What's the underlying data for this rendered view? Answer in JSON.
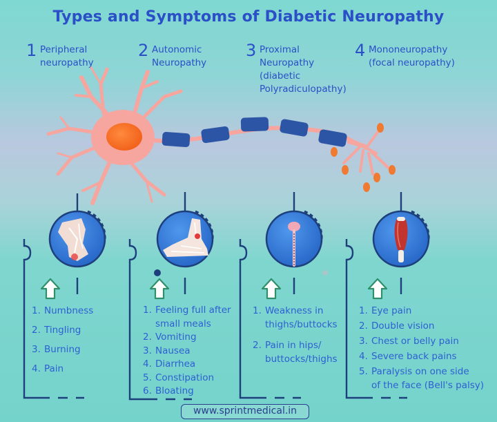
{
  "title": "Types and Symptoms of Diabetic Neuropathy",
  "types": [
    {
      "number": "1",
      "name": "Peripheral\nneuropathy"
    },
    {
      "number": "2",
      "name": "Autonomic\nNeuropathy"
    },
    {
      "number": "3",
      "name": "Proximal\nNeuropathy\n(diabetic\nPolyradiculopathy)"
    },
    {
      "number": "4",
      "name": "Mononeuropathy\n(focal neuropathy)"
    }
  ],
  "symptoms": [
    {
      "items": [
        {
          "n": "1.",
          "text": "Numbness"
        },
        {
          "n": "2.",
          "text": "Tingling"
        },
        {
          "n": "3.",
          "text": "Burning"
        },
        {
          "n": "4.",
          "text": "Pain"
        }
      ]
    },
    {
      "items": [
        {
          "n": "1.",
          "text": "Feeling full after\nsmall meals"
        },
        {
          "n": "2.",
          "text": "Vomiting"
        },
        {
          "n": "3.",
          "text": "Nausea"
        },
        {
          "n": "4.",
          "text": "Diarrhea"
        },
        {
          "n": "5.",
          "text": "Constipation"
        },
        {
          "n": "6.",
          "text": "Bloating"
        }
      ]
    },
    {
      "items": [
        {
          "n": "1.",
          "text": "Weakness in\nthighs/buttocks"
        },
        {
          "n": "2.",
          "text": "Pain in hips/\nbuttocks/thighs"
        }
      ]
    },
    {
      "items": [
        {
          "n": "1.",
          "text": "Eye pain"
        },
        {
          "n": "2.",
          "text": "Double vision"
        },
        {
          "n": "3.",
          "text": "Chest or belly pain"
        },
        {
          "n": "4.",
          "text": "Severe back pains"
        },
        {
          "n": "5.",
          "text": "Paralysis on one side\nof the face (Bell's palsy)"
        }
      ]
    }
  ],
  "icons": {
    "neuron": "neuron-icon",
    "foot_nerves": "foot-nerve-icon",
    "foot": "foot-icon",
    "spinal_cord": "spinal-cord-icon",
    "muscle": "muscle-icon",
    "arrow": "up-arrow-icon"
  },
  "colors": {
    "title": "#2a4fc7",
    "neuron_body": "#f6a69e",
    "nucleus": "#f46a1f",
    "myelin": "#2d55a6",
    "circle_fill": "#2b6fd0",
    "outline": "#1d3f7c",
    "arrow": "#2e8f68"
  },
  "footer": {
    "url": "www.sprintmedical.in"
  }
}
